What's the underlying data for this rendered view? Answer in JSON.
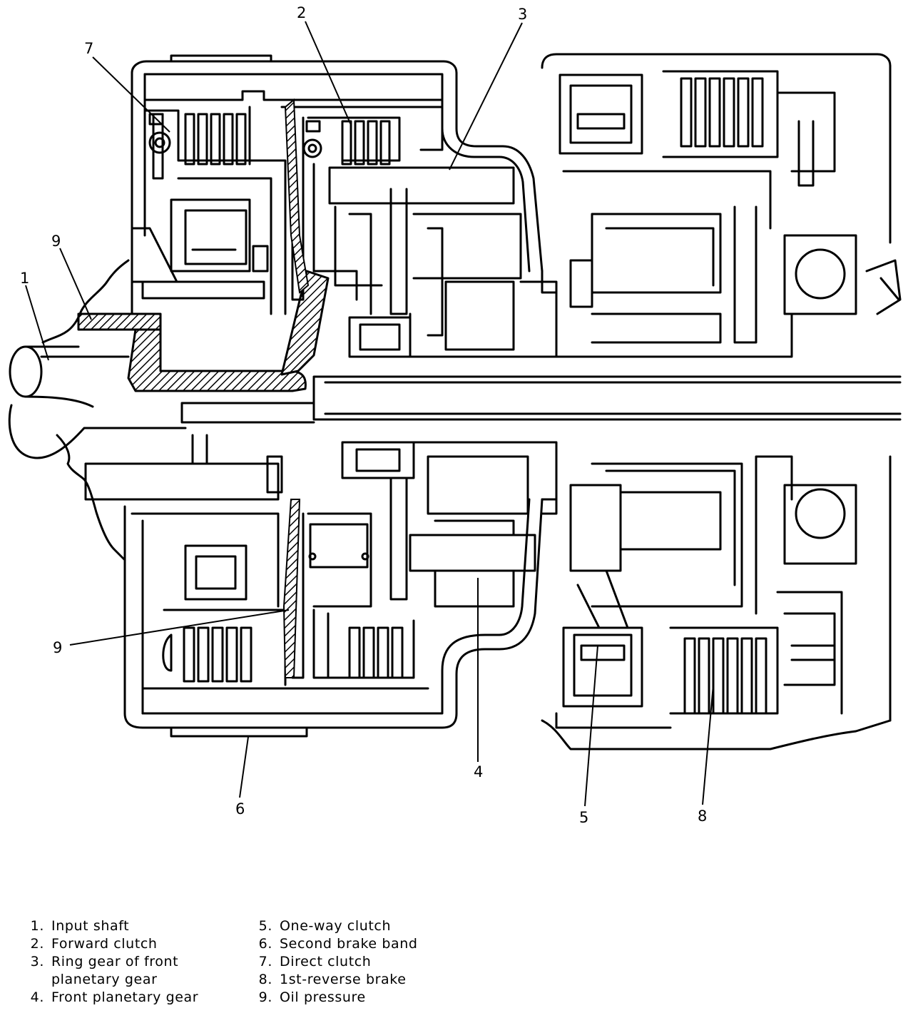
{
  "callouts": [
    {
      "id": "1",
      "text": "1"
    },
    {
      "id": "2",
      "text": "2"
    },
    {
      "id": "3",
      "text": "3"
    },
    {
      "id": "4",
      "text": "4"
    },
    {
      "id": "5",
      "text": "5"
    },
    {
      "id": "6",
      "text": "6"
    },
    {
      "id": "7",
      "text": "7"
    },
    {
      "id": "8",
      "text": "8"
    },
    {
      "id": "9a",
      "text": "9"
    },
    {
      "id": "9b",
      "text": "9"
    }
  ],
  "legend": {
    "left": [
      {
        "num": "1.",
        "label": "Input shaft"
      },
      {
        "num": "2.",
        "label": "Forward clutch"
      },
      {
        "num": "3.",
        "label": "Ring gear of front"
      },
      {
        "num": "",
        "label": "planetary gear"
      },
      {
        "num": "4.",
        "label": "Front planetary gear"
      }
    ],
    "right": [
      {
        "num": "5.",
        "label": "One-way clutch"
      },
      {
        "num": "6.",
        "label": "Second brake band"
      },
      {
        "num": "7.",
        "label": "Direct clutch"
      },
      {
        "num": "8.",
        "label": "1st-reverse brake"
      },
      {
        "num": "9.",
        "label": "Oil pressure"
      }
    ]
  }
}
